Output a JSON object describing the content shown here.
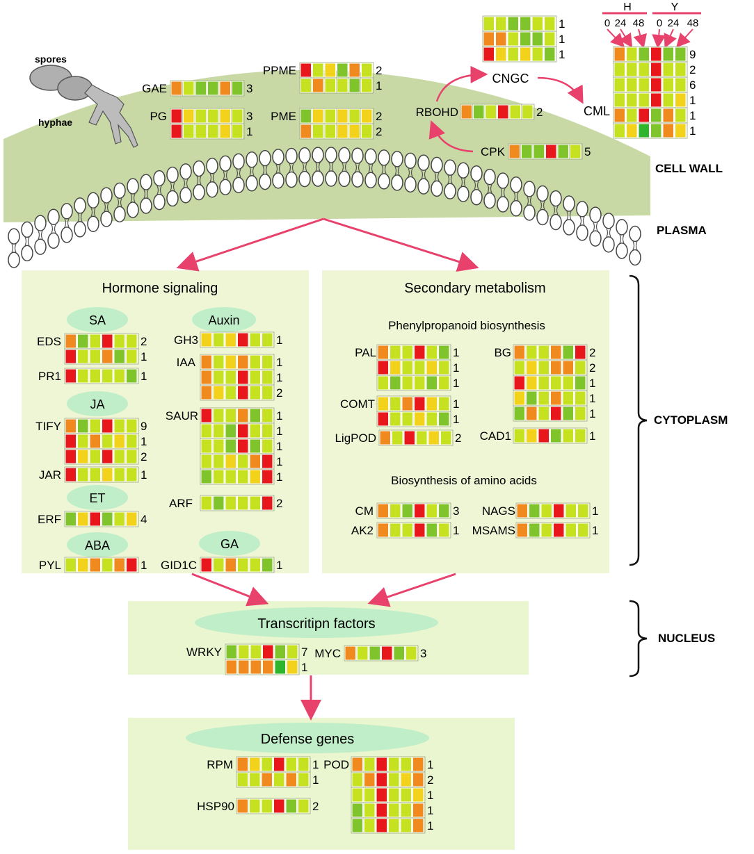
{
  "palette": {
    "R": "#e8171b",
    "O": "#f08a1e",
    "Y": "#f2d21a",
    "L": "#c5e11f",
    "G": "#7fc42a",
    "D": "#2fb52b",
    "cell_wall_fill": "#c9d9a6",
    "cytoplasm_fill": "#eef6d6",
    "nucleus_fill": "#eaf6cf",
    "ellipse_fill": "#bfeec8",
    "arrow": "#e8416c"
  },
  "labels": {
    "spores": "spores",
    "hyphae": "hyphae",
    "cell_wall": "CELL WALL",
    "plasma": "PLASMA",
    "cytoplasm": "CYTOPLASM",
    "nucleus": "NUCLEUS",
    "hormone_title": "Hormone signaling",
    "secondary_title": "Secondary metabolism",
    "phenyl": "Phenylpropanoid biosynthesis",
    "amino": "Biosynthesis of amino acids",
    "tf_title": "Transcritipn factors",
    "defense_title": "Defense genes",
    "sa": "SA",
    "ja": "JA",
    "et": "ET",
    "aba": "ABA",
    "auxin": "Auxin",
    "ga": "GA",
    "legend_h": "H",
    "legend_y": "Y",
    "legend_ticks_h": [
      "0",
      "24",
      "48"
    ],
    "legend_ticks_y": [
      "0",
      "24",
      "48"
    ]
  },
  "gene_groups": [
    {
      "id": "gae",
      "gene": "GAE",
      "rows": [
        {
          "c": "OLGGOG",
          "n": "3"
        }
      ]
    },
    {
      "id": "pg",
      "gene": "PG",
      "rows": [
        {
          "c": "RYLLYL",
          "n": "3"
        },
        {
          "c": "RLLLYL",
          "n": "1"
        }
      ]
    },
    {
      "id": "ppme",
      "gene": "PPME",
      "rows": [
        {
          "c": "RLYGOL",
          "n": "2"
        },
        {
          "c": "LOLLGL",
          "n": "1"
        }
      ]
    },
    {
      "id": "pme",
      "gene": "PME",
      "rows": [
        {
          "c": "GYLYLY",
          "n": "2"
        },
        {
          "c": "OLLYYL",
          "n": "2"
        }
      ]
    },
    {
      "id": "cngc",
      "gene": "",
      "rows": [
        {
          "c": "LLGGLL",
          "n": "1"
        },
        {
          "c": "OOLGGL",
          "n": "1"
        },
        {
          "c": "RYLYLG",
          "n": "1"
        }
      ]
    },
    {
      "id": "rbohd",
      "gene": "RBOHD",
      "rows": [
        {
          "c": "OGLRLL",
          "n": "2"
        }
      ]
    },
    {
      "id": "cpk",
      "gene": "CPK",
      "rows": [
        {
          "c": "OGGRGL",
          "n": "5"
        }
      ]
    },
    {
      "id": "legend",
      "gene": "",
      "rows": [
        {
          "c": "OLGRGG",
          "n": "9"
        },
        {
          "c": "LLLRLL",
          "n": "2"
        },
        {
          "c": "LLLRLL",
          "n": "6"
        },
        {
          "c": "LLLRLY",
          "n": "1"
        },
        {
          "c": "OLRGOL",
          "n": "1"
        },
        {
          "c": "LYDGOY",
          "n": "1"
        }
      ]
    },
    {
      "id": "eds",
      "gene": "EDS",
      "rows": [
        {
          "c": "OGLRLL",
          "n": "2"
        },
        {
          "c": "RLLOGL",
          "n": "1"
        }
      ]
    },
    {
      "id": "pr1",
      "gene": "PR1",
      "rows": [
        {
          "c": "RLLLLG",
          "n": "1"
        }
      ]
    },
    {
      "id": "tify",
      "gene": "TIFY",
      "rows": [
        {
          "c": "OGLRLL",
          "n": "9"
        },
        {
          "c": "RLOLYL",
          "n": "1"
        },
        {
          "c": "RYLRLL",
          "n": "2"
        }
      ]
    },
    {
      "id": "jar",
      "gene": "JAR",
      "rows": [
        {
          "c": "RLLYLL",
          "n": "1"
        }
      ]
    },
    {
      "id": "erf",
      "gene": "ERF",
      "rows": [
        {
          "c": "GYRGLY",
          "n": "4"
        }
      ]
    },
    {
      "id": "pyl",
      "gene": "PYL",
      "rows": [
        {
          "c": "LYOLOR",
          "n": "1"
        }
      ]
    },
    {
      "id": "gh3",
      "gene": "GH3",
      "rows": [
        {
          "c": "YLYRLL",
          "n": "1"
        }
      ]
    },
    {
      "id": "iaa",
      "gene": "IAA",
      "rows": [
        {
          "c": "OLYOLL",
          "n": "1"
        },
        {
          "c": "OLLRLL",
          "n": "1"
        },
        {
          "c": "OYLRLL",
          "n": "2"
        }
      ]
    },
    {
      "id": "saur",
      "gene": "SAUR",
      "rows": [
        {
          "c": "RLLOGL",
          "n": "1"
        },
        {
          "c": "LLGRLL",
          "n": "1"
        },
        {
          "c": "LLGRGL",
          "n": "1"
        },
        {
          "c": "LLYLOR",
          "n": "1"
        },
        {
          "c": "GLLLYR",
          "n": "1"
        }
      ]
    },
    {
      "id": "arf",
      "gene": "ARF",
      "rows": [
        {
          "c": "LGLLLR",
          "n": "2"
        }
      ]
    },
    {
      "id": "gid1c",
      "gene": "GID1C",
      "rows": [
        {
          "c": "RLOLLG",
          "n": "1"
        }
      ]
    },
    {
      "id": "pal",
      "gene": "PAL",
      "rows": [
        {
          "c": "OLLRLG",
          "n": "1"
        },
        {
          "c": "RYLLYL",
          "n": "1"
        },
        {
          "c": "LGLLGL",
          "n": "1"
        }
      ]
    },
    {
      "id": "comt",
      "gene": "COMT",
      "rows": [
        {
          "c": "YLORYL",
          "n": "1"
        },
        {
          "c": "RLLYLG",
          "n": "1"
        }
      ]
    },
    {
      "id": "ligpod",
      "gene": "LigPOD",
      "rows": [
        {
          "c": "OLRLYL",
          "n": "2"
        }
      ]
    },
    {
      "id": "bg",
      "gene": "BG",
      "rows": [
        {
          "c": "OLLOGR",
          "n": "2"
        },
        {
          "c": "LYLOOL",
          "n": "2"
        },
        {
          "c": "RYLLLG",
          "n": "1"
        },
        {
          "c": "YGLOLL",
          "n": "1"
        },
        {
          "c": "GOLRGL",
          "n": "1"
        }
      ]
    },
    {
      "id": "cad1",
      "gene": "CAD1",
      "rows": [
        {
          "c": "LYRGLL",
          "n": "1"
        }
      ]
    },
    {
      "id": "cm",
      "gene": "CM",
      "rows": [
        {
          "c": "OLGRLG",
          "n": "3"
        }
      ]
    },
    {
      "id": "ak2",
      "gene": "AK2",
      "rows": [
        {
          "c": "OLLRGL",
          "n": "1"
        }
      ]
    },
    {
      "id": "nags",
      "gene": "NAGS",
      "rows": [
        {
          "c": "OGLRLL",
          "n": "1"
        }
      ]
    },
    {
      "id": "msams",
      "gene": "MSAMS",
      "rows": [
        {
          "c": "OGLRLL",
          "n": "1"
        }
      ]
    },
    {
      "id": "wrky",
      "gene": "WRKY",
      "rows": [
        {
          "c": "GLLRGL",
          "n": "7"
        },
        {
          "c": "OOOODY",
          "n": "1"
        }
      ]
    },
    {
      "id": "myc",
      "gene": "MYC",
      "rows": [
        {
          "c": "OLGRGL",
          "n": "3"
        }
      ]
    },
    {
      "id": "rpm",
      "gene": "RPM",
      "rows": [
        {
          "c": "OYLRLL",
          "n": "1"
        },
        {
          "c": "LLOLOL",
          "n": "1"
        }
      ]
    },
    {
      "id": "hsp90",
      "gene": "HSP90",
      "rows": [
        {
          "c": "OLLRGL",
          "n": "2"
        }
      ]
    },
    {
      "id": "pod",
      "gene": "POD",
      "rows": [
        {
          "c": "OLRLLO",
          "n": "1"
        },
        {
          "c": "LORLYO",
          "n": "2"
        },
        {
          "c": "LLRLLY",
          "n": "1"
        },
        {
          "c": "GLRLLO",
          "n": "1"
        },
        {
          "c": "GLRLLO",
          "n": "1"
        }
      ]
    }
  ]
}
